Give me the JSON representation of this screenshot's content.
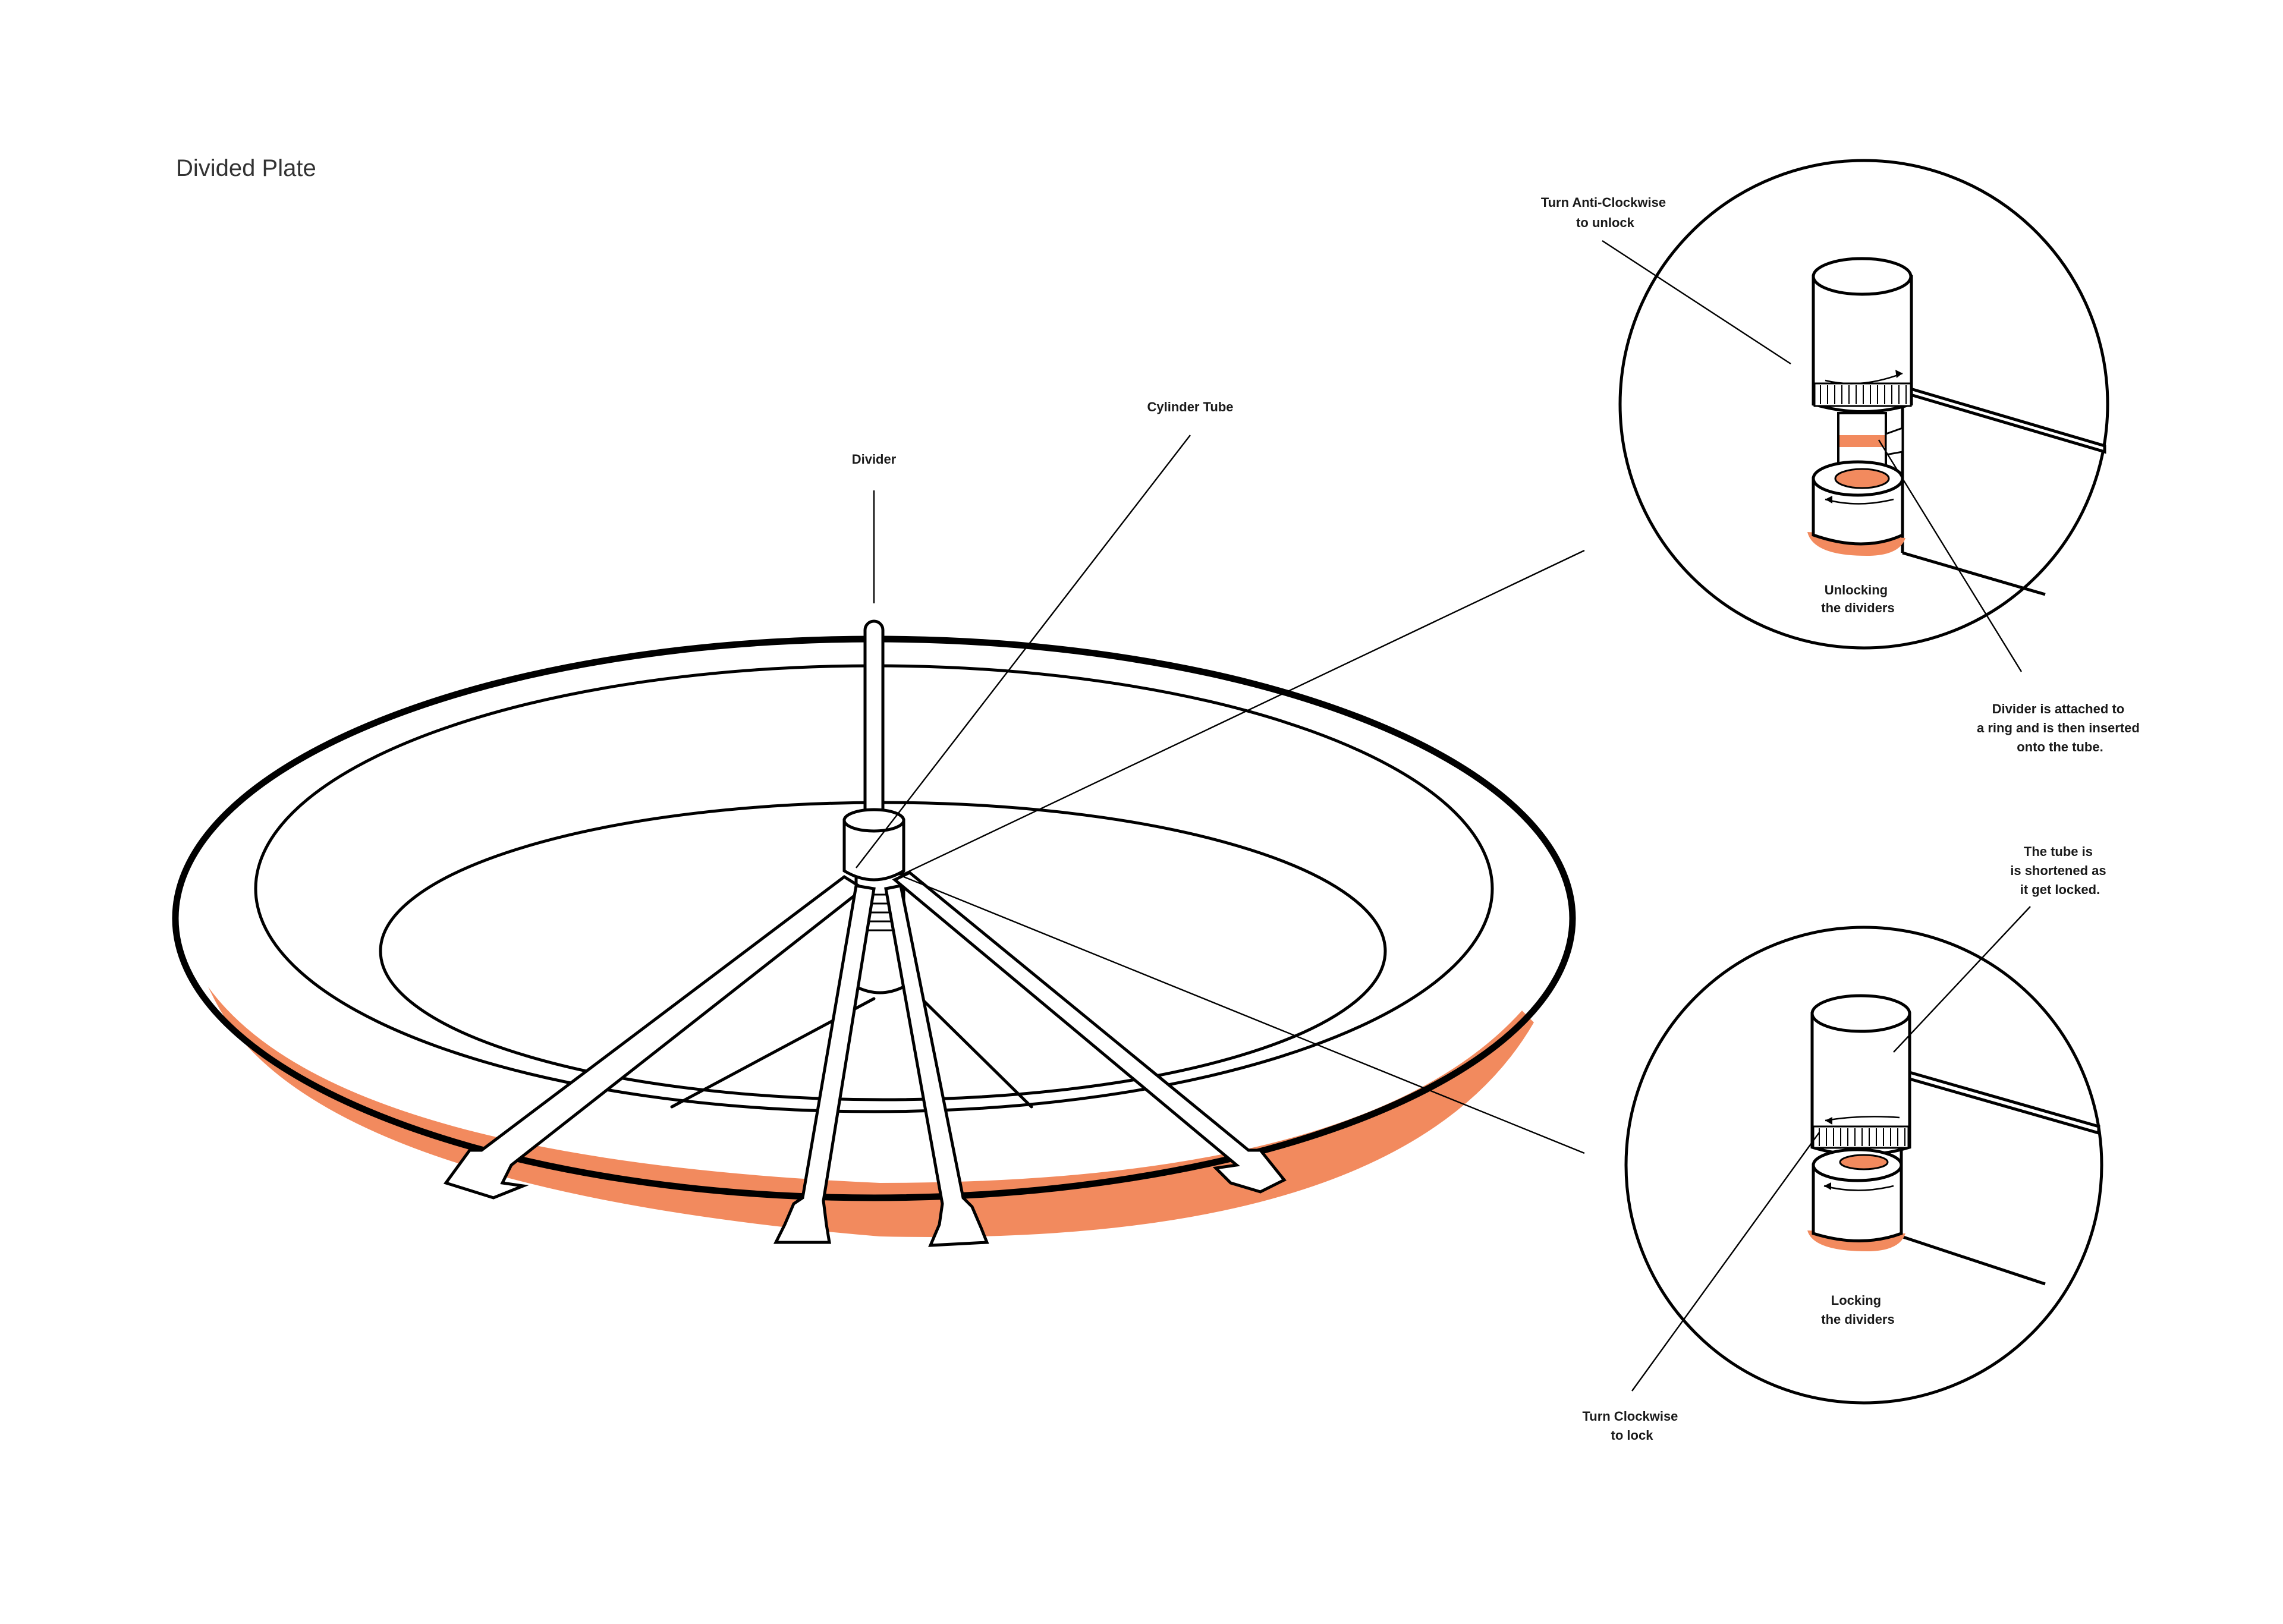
{
  "title": "Divided Plate",
  "labels": {
    "divider": "Divider",
    "cylinder_tube": "Cylinder Tube",
    "turn_anticlockwise": [
      "Turn Anti-Clockwise",
      "to unlock"
    ],
    "unlocking": [
      "Unlocking",
      "the dividers"
    ],
    "divider_attached": [
      "Divider is attached to",
      "a ring and is then inserted",
      "onto the tube."
    ],
    "tube_shortened": [
      "The tube is",
      "is shortened as",
      "it get locked."
    ],
    "locking": [
      "Locking",
      "the dividers"
    ],
    "turn_clockwise": [
      "Turn Clockwise",
      "to lock"
    ]
  },
  "colors": {
    "accent": "#F28A5E",
    "line": "#000000",
    "background": "#FFFFFF"
  }
}
